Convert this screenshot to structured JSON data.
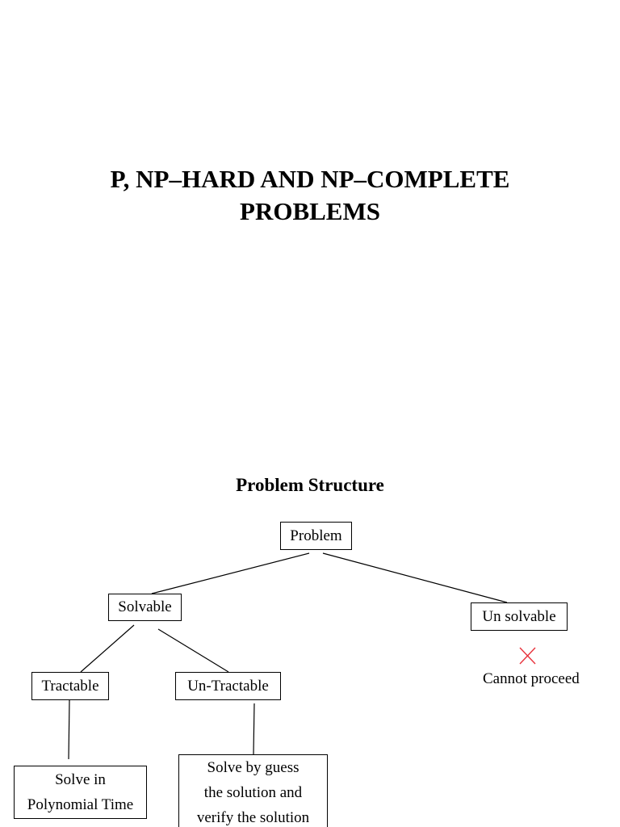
{
  "title": {
    "line1": "P, NP–HARD AND NP–COMPLETE",
    "line2": "PROBLEMS"
  },
  "diagram": {
    "heading": "Problem Structure",
    "nodes": {
      "problem": "Problem",
      "solvable": "Solvable",
      "unsolvable": "Un solvable",
      "tractable": "Tractable",
      "untractable": "Un-Tractable",
      "polynomial": [
        "Solve in",
        "Polynomial Time"
      ],
      "guess": [
        "Solve by guess",
        "the solution and",
        "verify the solution"
      ]
    },
    "unsolvable_note": "Cannot proceed",
    "cross_icon": "cross-icon",
    "colors": {
      "cross": "#e8323c",
      "line": "#000000"
    }
  }
}
